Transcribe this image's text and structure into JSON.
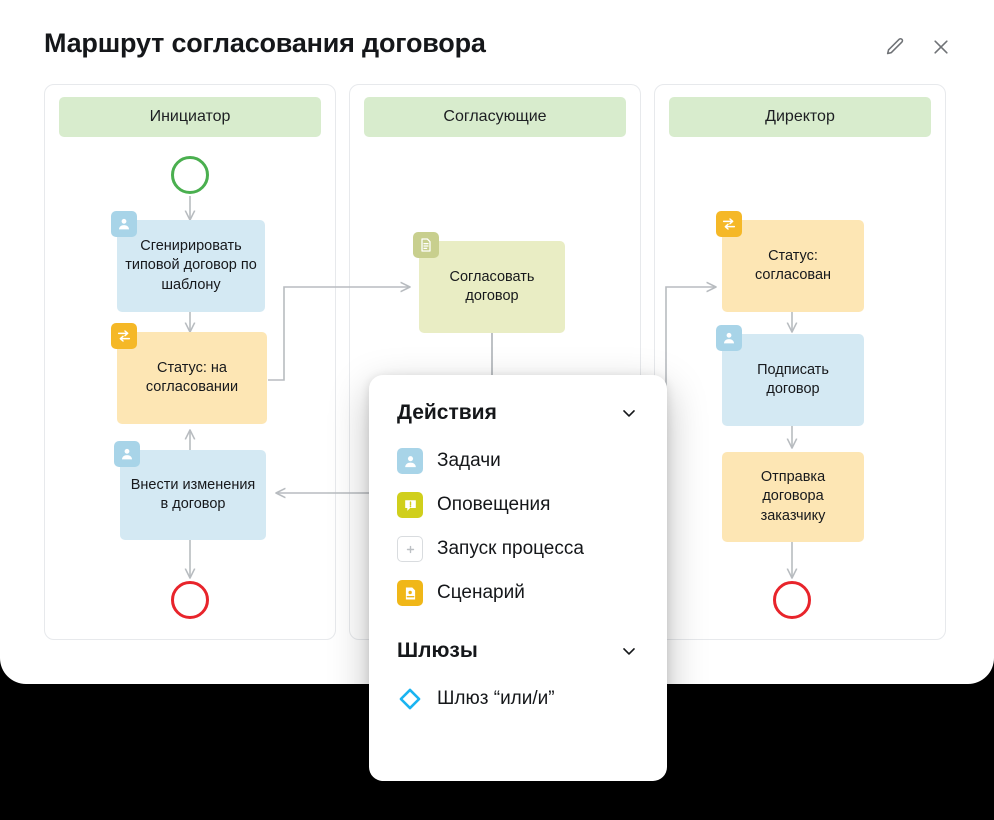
{
  "header": {
    "title": "Маршрут согласования договора",
    "edit_icon": "pencil-icon",
    "close_icon": "close-icon"
  },
  "lanes": [
    {
      "id": "initiator",
      "title": "Инициатор",
      "nodes": [
        {
          "id": "start",
          "type": "start-event",
          "label": ""
        },
        {
          "id": "generate",
          "type": "task",
          "color": "blue",
          "badge": "user-icon",
          "label": "Сгенирировать типовой договор по шаблону"
        },
        {
          "id": "status-approving",
          "type": "status",
          "color": "yellow",
          "badge": "status-icon",
          "label": "Статус: на согласовании"
        },
        {
          "id": "amend",
          "type": "task",
          "color": "blue",
          "badge": "user-icon",
          "label": "Внести изменения в договор"
        },
        {
          "id": "end",
          "type": "end-event",
          "label": ""
        }
      ]
    },
    {
      "id": "approvers",
      "title": "Согласующие",
      "nodes": [
        {
          "id": "approve",
          "type": "task",
          "color": "olive",
          "badge": "document-icon",
          "label": "Согласовать договор"
        }
      ]
    },
    {
      "id": "director",
      "title": "Директор",
      "nodes": [
        {
          "id": "status-approved",
          "type": "status",
          "color": "yellow",
          "badge": "status-icon",
          "label": "Статус: согласован"
        },
        {
          "id": "sign",
          "type": "task",
          "color": "blue",
          "badge": "user-icon",
          "label": "Подписать договор"
        },
        {
          "id": "send",
          "type": "task",
          "color": "yellow",
          "badge": null,
          "label": "Отправка договора заказчику"
        },
        {
          "id": "end",
          "type": "end-event",
          "label": ""
        }
      ]
    }
  ],
  "panel": {
    "sections": [
      {
        "title": "Действия",
        "chevron": "chevron-down-icon",
        "items": [
          {
            "label": "Задачи",
            "icon": "task-user-icon"
          },
          {
            "label": "Оповещения",
            "icon": "notification-icon"
          },
          {
            "label": "Запуск процесса",
            "icon": "process-start-icon"
          },
          {
            "label": "Сценарий",
            "icon": "script-icon"
          }
        ]
      },
      {
        "title": "Шлюзы",
        "chevron": "chevron-down-icon",
        "items": [
          {
            "label": "Шлюз “или/и”",
            "icon": "gateway-diamond-icon"
          }
        ]
      }
    ]
  },
  "colors": {
    "lane_header": "#d8eccd",
    "task_blue": "#d4e9f3",
    "status_yellow": "#fde6b4",
    "approve_olive": "#e9edc4",
    "start_green": "#4aaf4f",
    "end_red": "#e8242b",
    "gateway_cyan": "#1ab4f1",
    "connector_gray": "#b8bcc0"
  }
}
